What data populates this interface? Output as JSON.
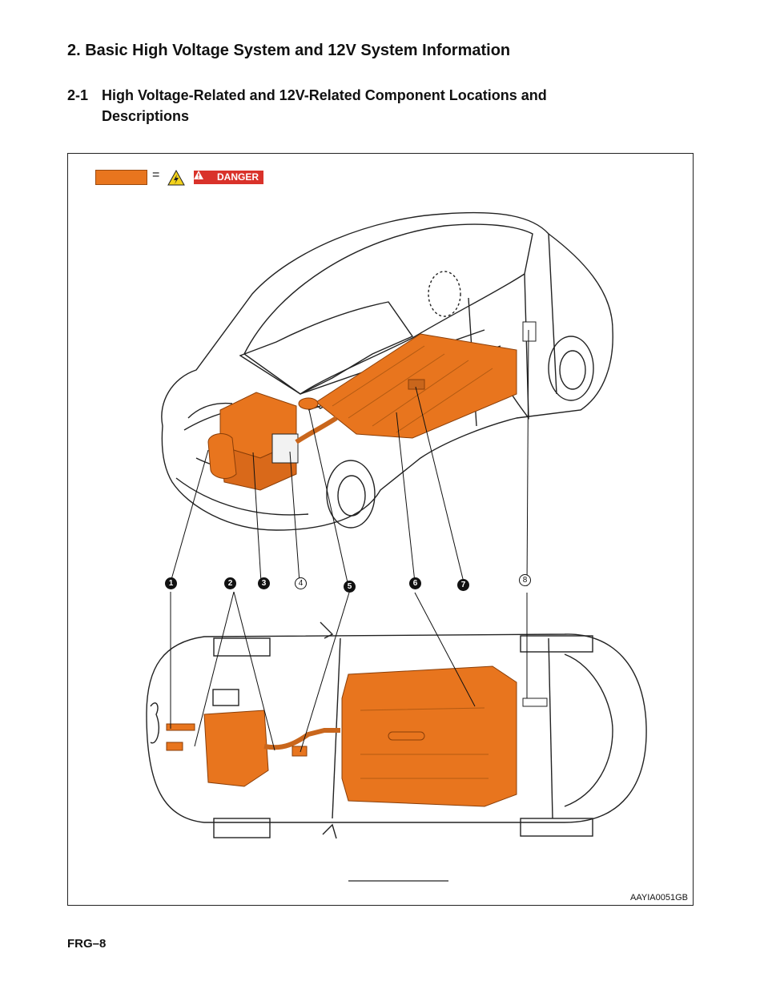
{
  "section": {
    "title": "2.  Basic High Voltage System and 12V System Information",
    "subsection_number": "2-1",
    "subsection_title_line1": "High Voltage-Related and 12V-Related Component Locations and",
    "subsection_title_line2": "Descriptions"
  },
  "legend": {
    "equals": "=",
    "danger_label": "DANGER",
    "swatch_color": "#e8751e",
    "icons": [
      "high-voltage-warning-icon",
      "danger-triangle-icon"
    ]
  },
  "callouts": [
    {
      "label": "1",
      "style": "filled"
    },
    {
      "label": "2",
      "style": "filled"
    },
    {
      "label": "3",
      "style": "filled"
    },
    {
      "label": "4",
      "style": "outline"
    },
    {
      "label": "5",
      "style": "filled"
    },
    {
      "label": "6",
      "style": "filled"
    },
    {
      "label": "7",
      "style": "filled"
    },
    {
      "label": "8",
      "style": "outline"
    }
  ],
  "figure": {
    "code": "AAYIA0051GB"
  },
  "footer": {
    "page": "FRG–8"
  }
}
